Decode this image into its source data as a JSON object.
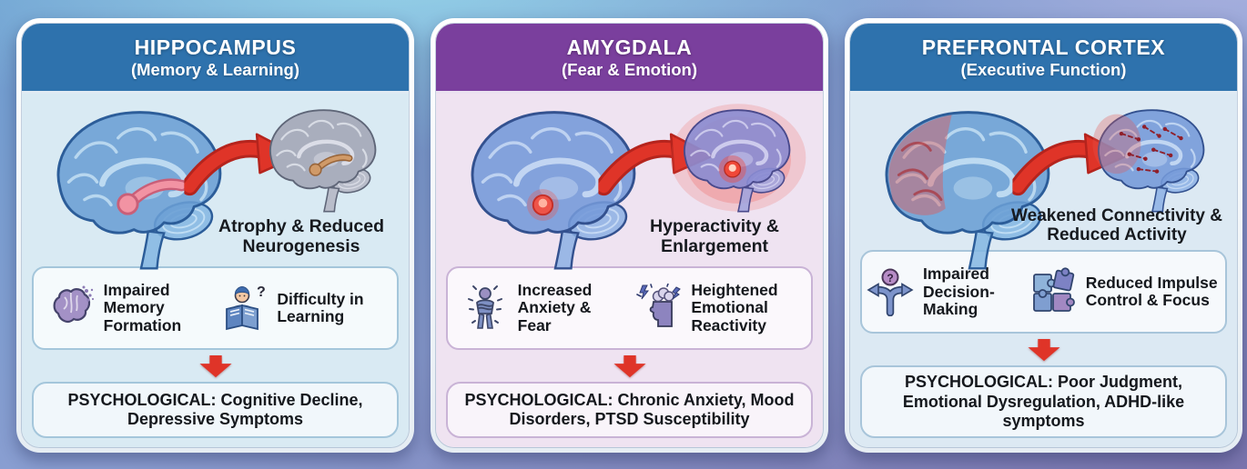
{
  "colors": {
    "accent_red": "#df3428",
    "background_top_left": "#6f9ed0",
    "background_top_center": "#93cde4",
    "background_top_right": "#a6aed9",
    "background_bottom": "#7a74ad",
    "header_text": "#ffffff",
    "body_text": "#15181d"
  },
  "icons": {
    "question_mark": "?"
  },
  "panels": [
    {
      "title": "HIPPOCAMPUS",
      "subtitle": "(Memory & Learning)",
      "header_color": "#2e72ad",
      "body_color": "#d9eaf3",
      "box_border_color": "#a4c6db",
      "effect_caption": "Atrophy & Reduced Neurogenesis",
      "symptoms": [
        {
          "icon": "dissolving-brain-icon",
          "label": "Impaired Memory Formation"
        },
        {
          "icon": "reading-question-icon",
          "label": "Difficulty in Learning"
        }
      ],
      "psychological_label": "PSYCHOLOGICAL:",
      "psychological_text": "Cognitive Decline, Depressive Symptoms"
    },
    {
      "title": "AMYGDALA",
      "subtitle": "(Fear & Emotion)",
      "header_color": "#7a3f9d",
      "body_color": "#efe3f1",
      "box_border_color": "#c9b3d6",
      "effect_caption": "Hyperactivity & Enlargement",
      "symptoms": [
        {
          "icon": "anxious-person-icon",
          "label": "Increased Anxiety & Fear"
        },
        {
          "icon": "head-lightning-icon",
          "label": "Heightened Emotional Reactivity"
        }
      ],
      "psychological_label": "PSYCHOLOGICAL:",
      "psychological_text": "Chronic Anxiety, Mood Disorders, PTSD Susceptibility"
    },
    {
      "title": "PREFRONTAL CORTEX",
      "subtitle": "(Executive Function)",
      "header_color": "#2e72ad",
      "body_color": "#dce9f3",
      "box_border_color": "#a8c5da",
      "effect_caption": "Weakened Connectivity & Reduced Activity",
      "symptoms": [
        {
          "icon": "fork-arrows-question-icon",
          "label": "Impaired Decision-Making"
        },
        {
          "icon": "puzzle-pieces-icon",
          "label": "Reduced Impulse Control & Focus"
        }
      ],
      "psychological_label": "PSYCHOLOGICAL:",
      "psychological_text": "Poor Judgment, Emotional Dysregulation, ADHD-like symptoms"
    }
  ]
}
